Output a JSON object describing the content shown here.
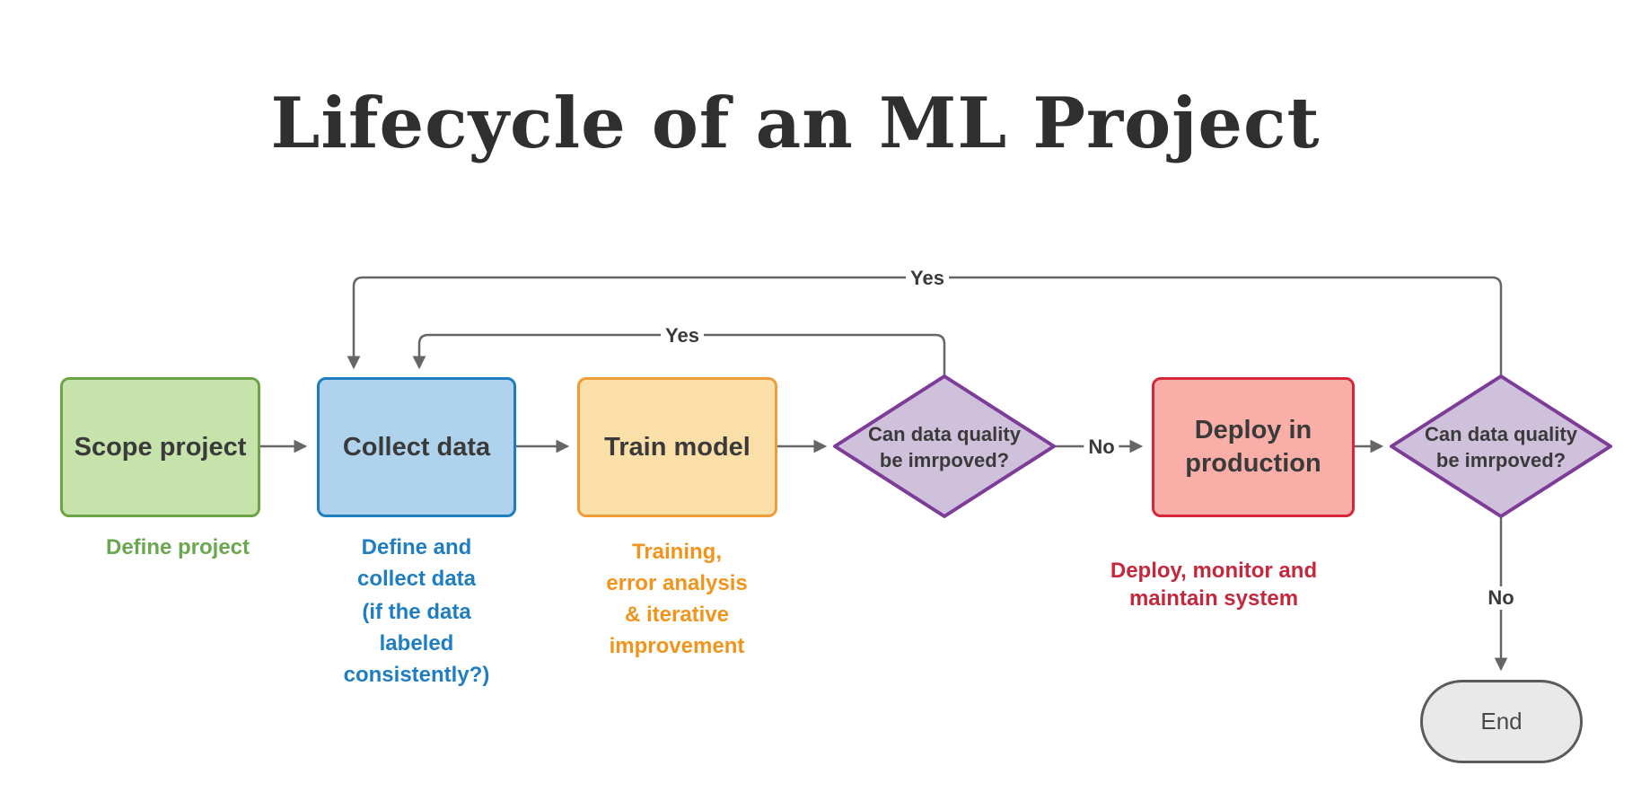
{
  "title": "Lifecycle of an ML Project",
  "colors": {
    "canvas": "#ffffff",
    "title_text": "#2f2f2f",
    "line": "#666666",
    "node_text": "#3a3a3a",
    "green_fill": "#c6e3ac",
    "green_border": "#6ba543",
    "green_text": "#6aa84f",
    "blue_fill": "#afd3ec",
    "blue_border": "#1c7ec0",
    "blue_text": "#1f7ec2",
    "orange_fill": "#fbdfa8",
    "orange_border": "#f09c37",
    "orange_text": "#f2941c",
    "purple_fill": "#cfc0dc",
    "purple_border": "#7d3c98",
    "red_fill": "#f9afa8",
    "red_border": "#d6273a",
    "red_text": "#c5283c",
    "end_fill": "#e9e9e9",
    "end_border": "#5b5b5b",
    "end_text": "#4a4a4a"
  },
  "nodes": {
    "scope": {
      "label": "Scope project"
    },
    "collect": {
      "label": "Collect data"
    },
    "train": {
      "label": "Train model"
    },
    "decision1": {
      "line1": "Can data quality",
      "line2": "be imrpoved?"
    },
    "deploy": {
      "line1": "Deploy in",
      "line2": "production"
    },
    "decision2": {
      "line1": "Can data quality",
      "line2": "be imrpoved?"
    },
    "end": {
      "label": "End"
    }
  },
  "captions": {
    "scope": {
      "line1": "Define project"
    },
    "collect": {
      "p1l1": "Define and",
      "p1l2": "collect data",
      "p2l1": "(if the data",
      "p2l2": "labeled",
      "p2l3": "consistently?)"
    },
    "train": {
      "l1": "Training,",
      "l2": "error analysis",
      "l3": "& iterative",
      "l4": "improvement"
    },
    "deploy": {
      "l1": "Deploy, monitor and",
      "l2": "maintain system"
    }
  },
  "edge_labels": {
    "yes_outer": "Yes",
    "yes_inner": "Yes",
    "no_mid": "No",
    "no_end": "No"
  }
}
